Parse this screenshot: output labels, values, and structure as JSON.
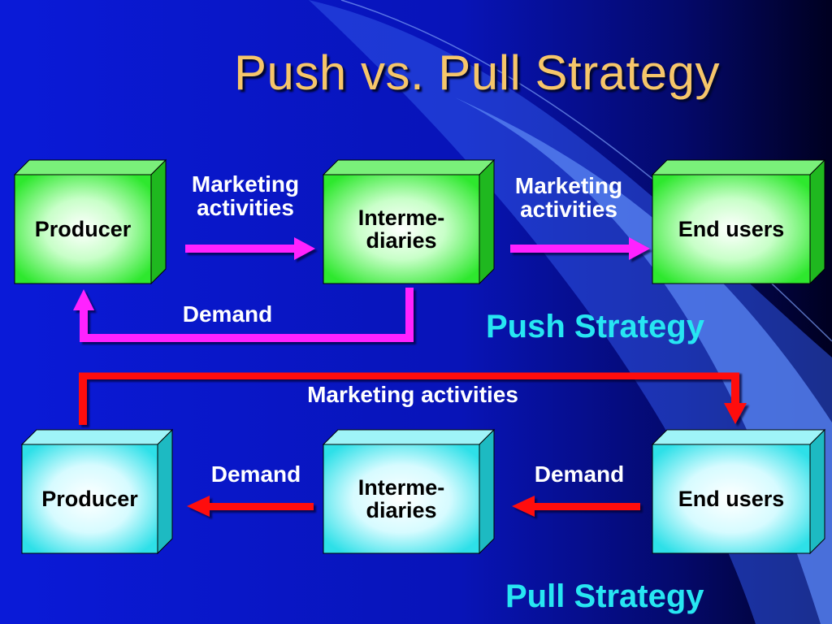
{
  "slide": {
    "title": "Push vs. Pull Strategy"
  },
  "push": {
    "producer": "Producer",
    "intermediaries": "Interme-\ndiaries",
    "end_users": "End users",
    "marketing_1": "Marketing\nactivities",
    "marketing_2": "Marketing\nactivities",
    "demand": "Demand",
    "strategy_label": "Push Strategy"
  },
  "pull": {
    "producer": "Producer",
    "intermediaries": "Interme-\ndiaries",
    "end_users": "End users",
    "marketing": "Marketing activities",
    "demand_1": "Demand",
    "demand_2": "Demand",
    "strategy_label": "Pull Strategy"
  },
  "colors": {
    "title": "#f6c66a",
    "push_box": "#2ee82e",
    "pull_box": "#2ee0e8",
    "push_arrow": "#ff20ff",
    "pull_arrow": "#ff1010",
    "strategy_label": "#27e6f2"
  }
}
